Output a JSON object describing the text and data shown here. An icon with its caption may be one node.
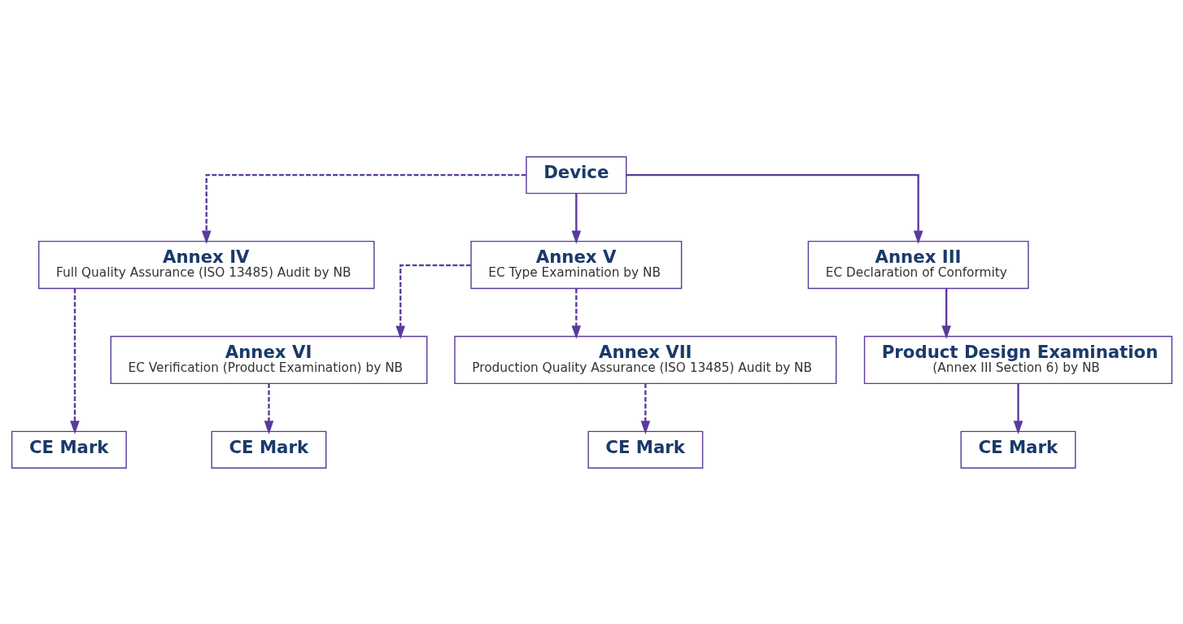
{
  "diagram": {
    "nodes": [
      {
        "text": [
          "Device"
        ]
      },
      {
        "text": [
          "Annex IV",
          "Full Quality Assurance (ISO 13485) Audit by NB"
        ]
      },
      {
        "text": [
          "Annex V",
          "EC Type Examination by NB"
        ]
      },
      {
        "text": [
          "Annex III",
          "EC Declaration of Conformity"
        ]
      },
      {
        "text": [
          "Annex VI",
          "EC Verification (Product Examination) by NB"
        ]
      },
      {
        "text": [
          "Annex VII",
          "Production Quality Assurance (ISO 13485) Audit by NB"
        ]
      },
      {
        "text": [
          "Product Design Examination",
          "(Annex III Section 6) by NB"
        ]
      },
      {
        "text": [
          "CE Mark"
        ]
      },
      {
        "text": [
          "CE Mark"
        ]
      },
      {
        "text": [
          "CE Mark"
        ]
      },
      {
        "text": [
          "CE Mark"
        ]
      }
    ],
    "edges": [
      {
        "from": 0,
        "to": 1,
        "arrow": "to",
        "style": "dashed"
      },
      {
        "from": 0,
        "to": 2,
        "arrow": "to"
      },
      {
        "from": 0,
        "to": 3,
        "arrow": "to"
      },
      {
        "from": 1,
        "to": 7,
        "arrow": "to",
        "style": "dashed"
      },
      {
        "from": 2,
        "to": 4,
        "arrow": "to",
        "style": "dashed"
      },
      {
        "from": 2,
        "to": 5,
        "arrow": "to",
        "style": "dashed"
      },
      {
        "from": 3,
        "to": 6,
        "arrow": "to"
      },
      {
        "from": 4,
        "to": 8,
        "arrow": "to",
        "style": "dashed"
      },
      {
        "from": 5,
        "to": 9,
        "arrow": "to",
        "style": "dashed"
      },
      {
        "from": 6,
        "to": 10,
        "arrow": "to"
      }
    ]
  }
}
